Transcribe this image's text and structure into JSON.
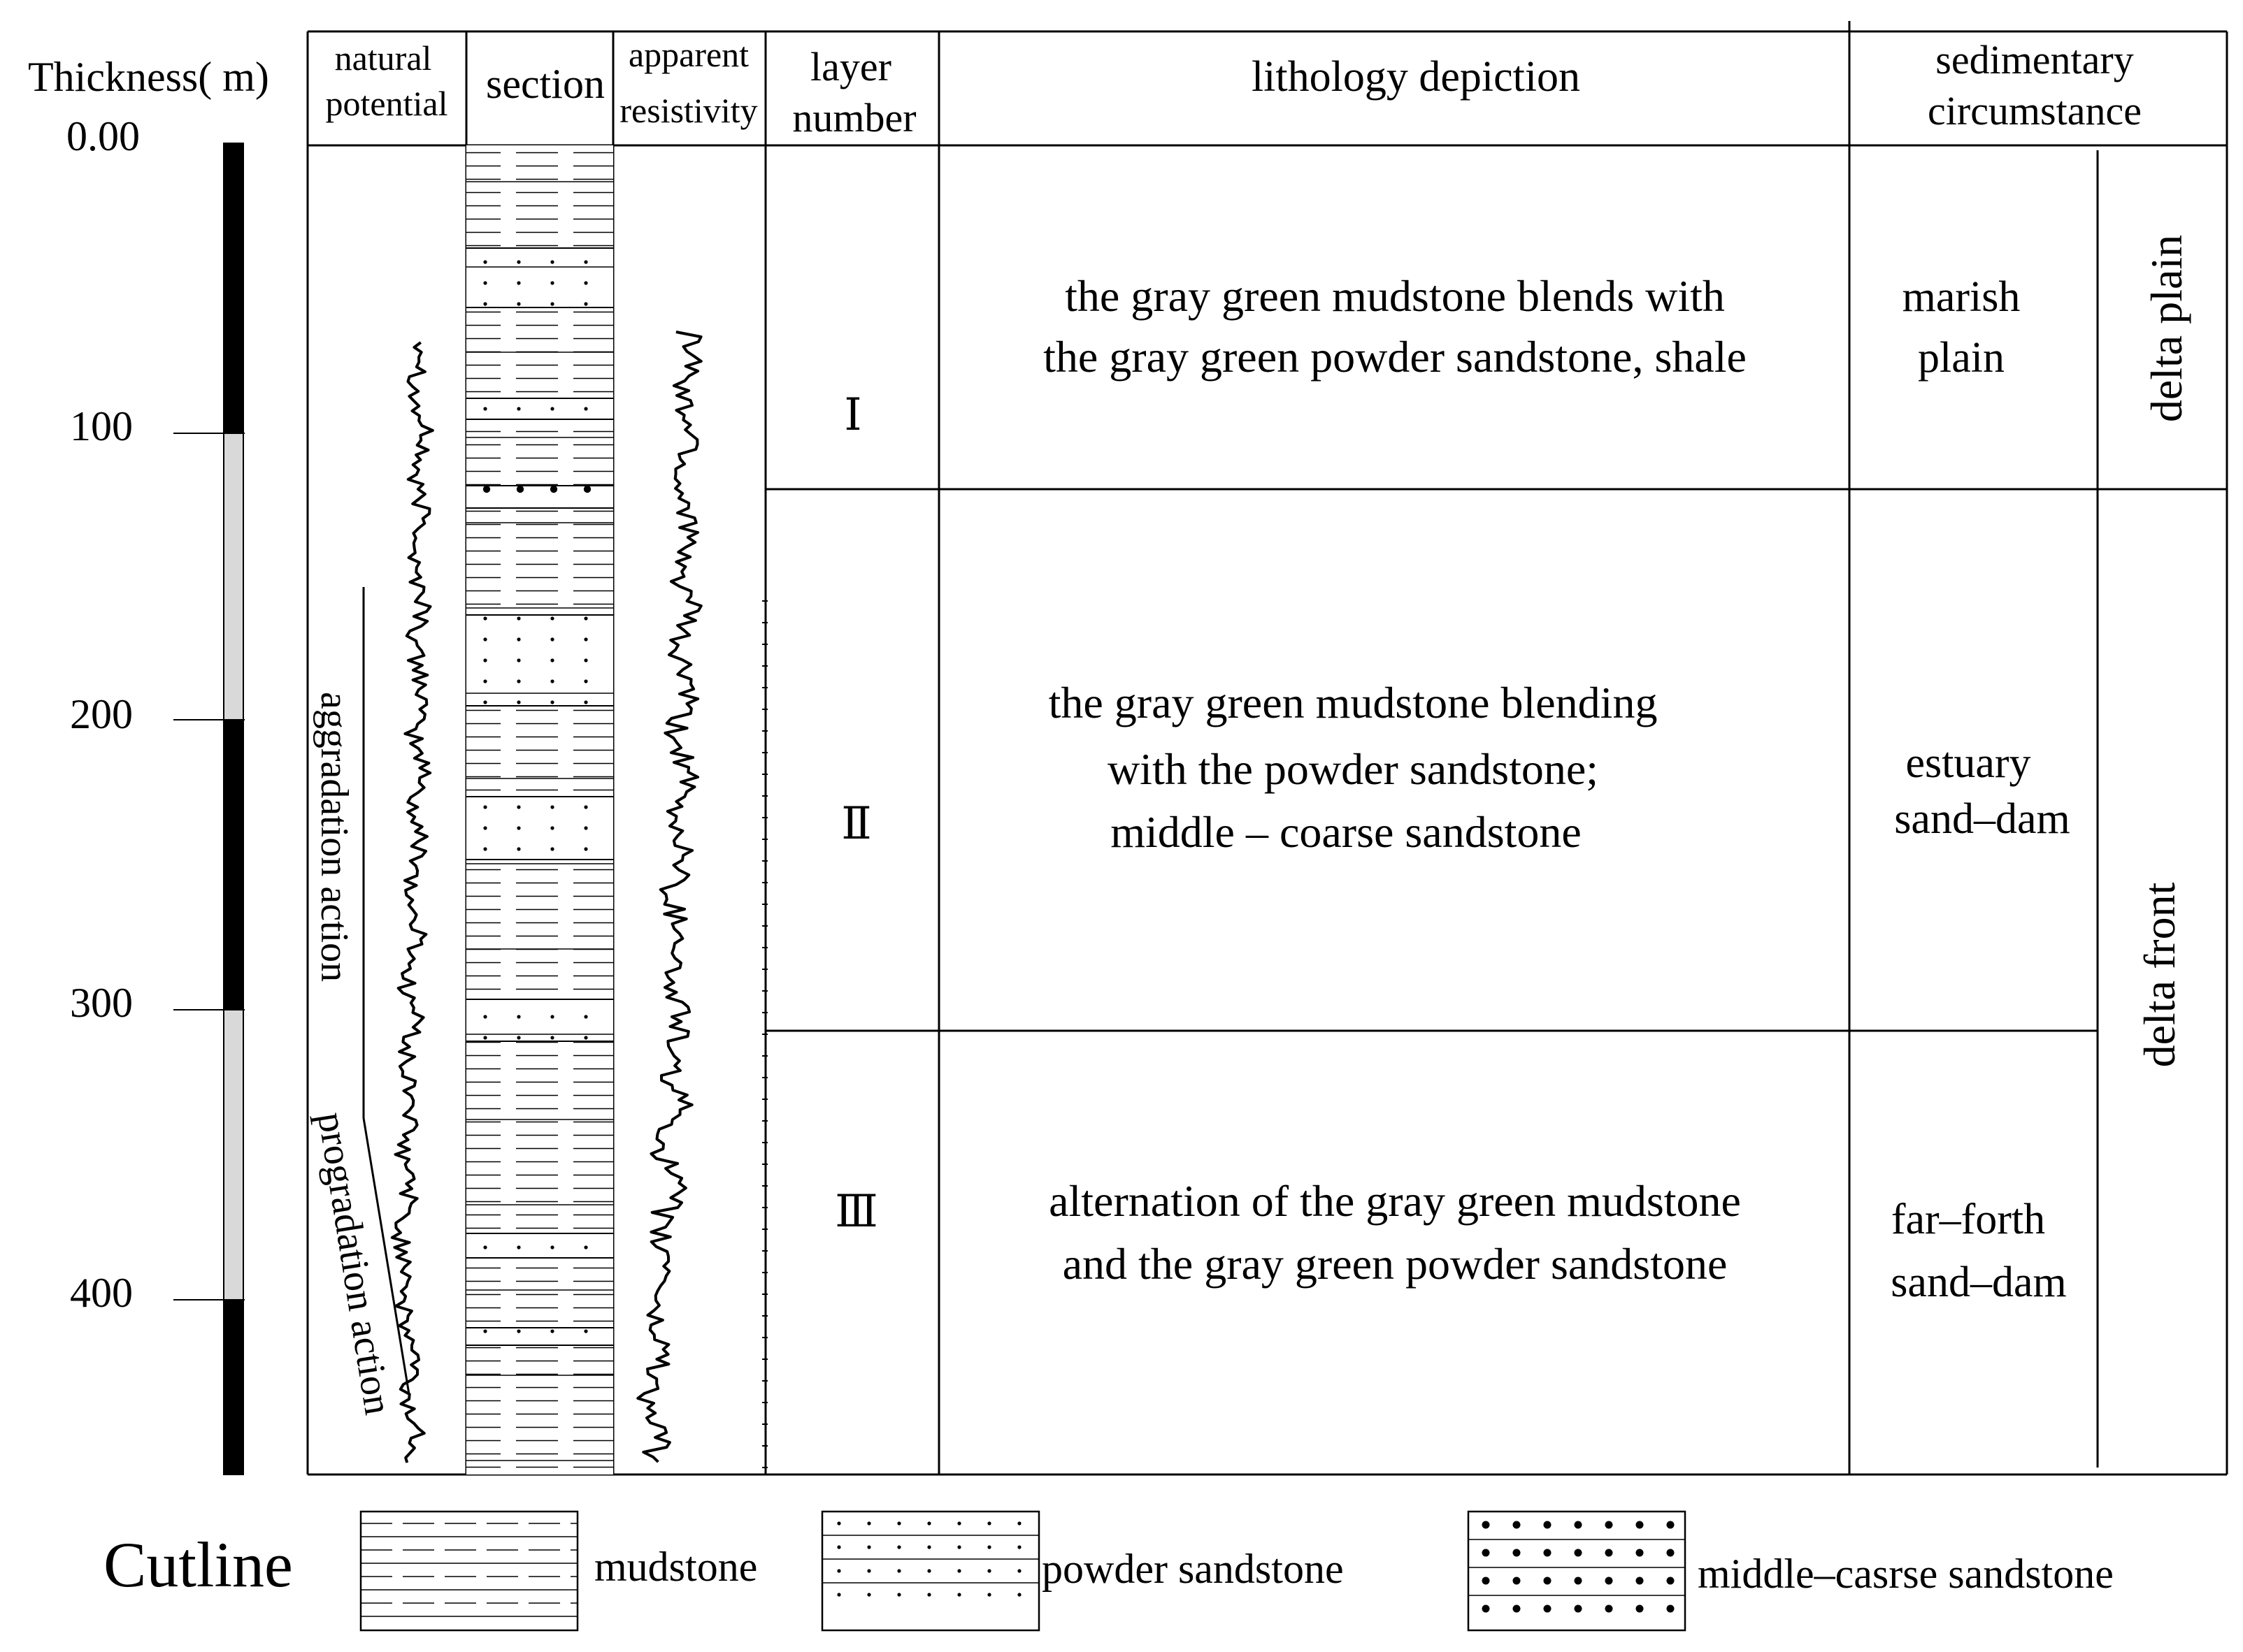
{
  "thickness_scale": {
    "label": "Thickness( m)",
    "ticks": [
      "0.00",
      "100",
      "200",
      "300",
      "400"
    ],
    "segment_colors": [
      "#000000",
      "#000000",
      "#d9d9d9",
      "#000000",
      "#d9d9d9",
      "#000000"
    ]
  },
  "columns": {
    "natural_potential": [
      "natural",
      "potential"
    ],
    "section": "section",
    "apparent_resistivity": [
      "apparent",
      "resistivity"
    ],
    "layer_number": [
      "layer",
      "number"
    ],
    "lithology": "lithology depiction",
    "sedimentary": [
      "sedimentary",
      "circumstance"
    ]
  },
  "annotations": {
    "aggradation": "aggradation action",
    "progradation": "progradation action"
  },
  "layers": [
    {
      "number": "Ⅰ",
      "lithology": [
        "the gray green mudstone blends with",
        "the gray green powder sandstone, shale"
      ],
      "circumstance": [
        "marish",
        "plain"
      ]
    },
    {
      "number": "Ⅱ",
      "lithology": [
        "the gray green mudstone blending",
        "with the powder sandstone;",
        "middle – coarse sandstone"
      ],
      "circumstance": [
        "estuary",
        "sand–dam"
      ]
    },
    {
      "number": "Ⅲ",
      "lithology": [
        "alternation of the gray green mudstone",
        "and the gray green powder sandstone"
      ],
      "circumstance": [
        "far–forth",
        "sand–dam"
      ]
    }
  ],
  "facies": [
    "delta plain",
    "delta front"
  ],
  "legend": {
    "title": "Cutline",
    "items": [
      "mudstone",
      "powder sandstone",
      "middle–casrse sandstone"
    ]
  }
}
